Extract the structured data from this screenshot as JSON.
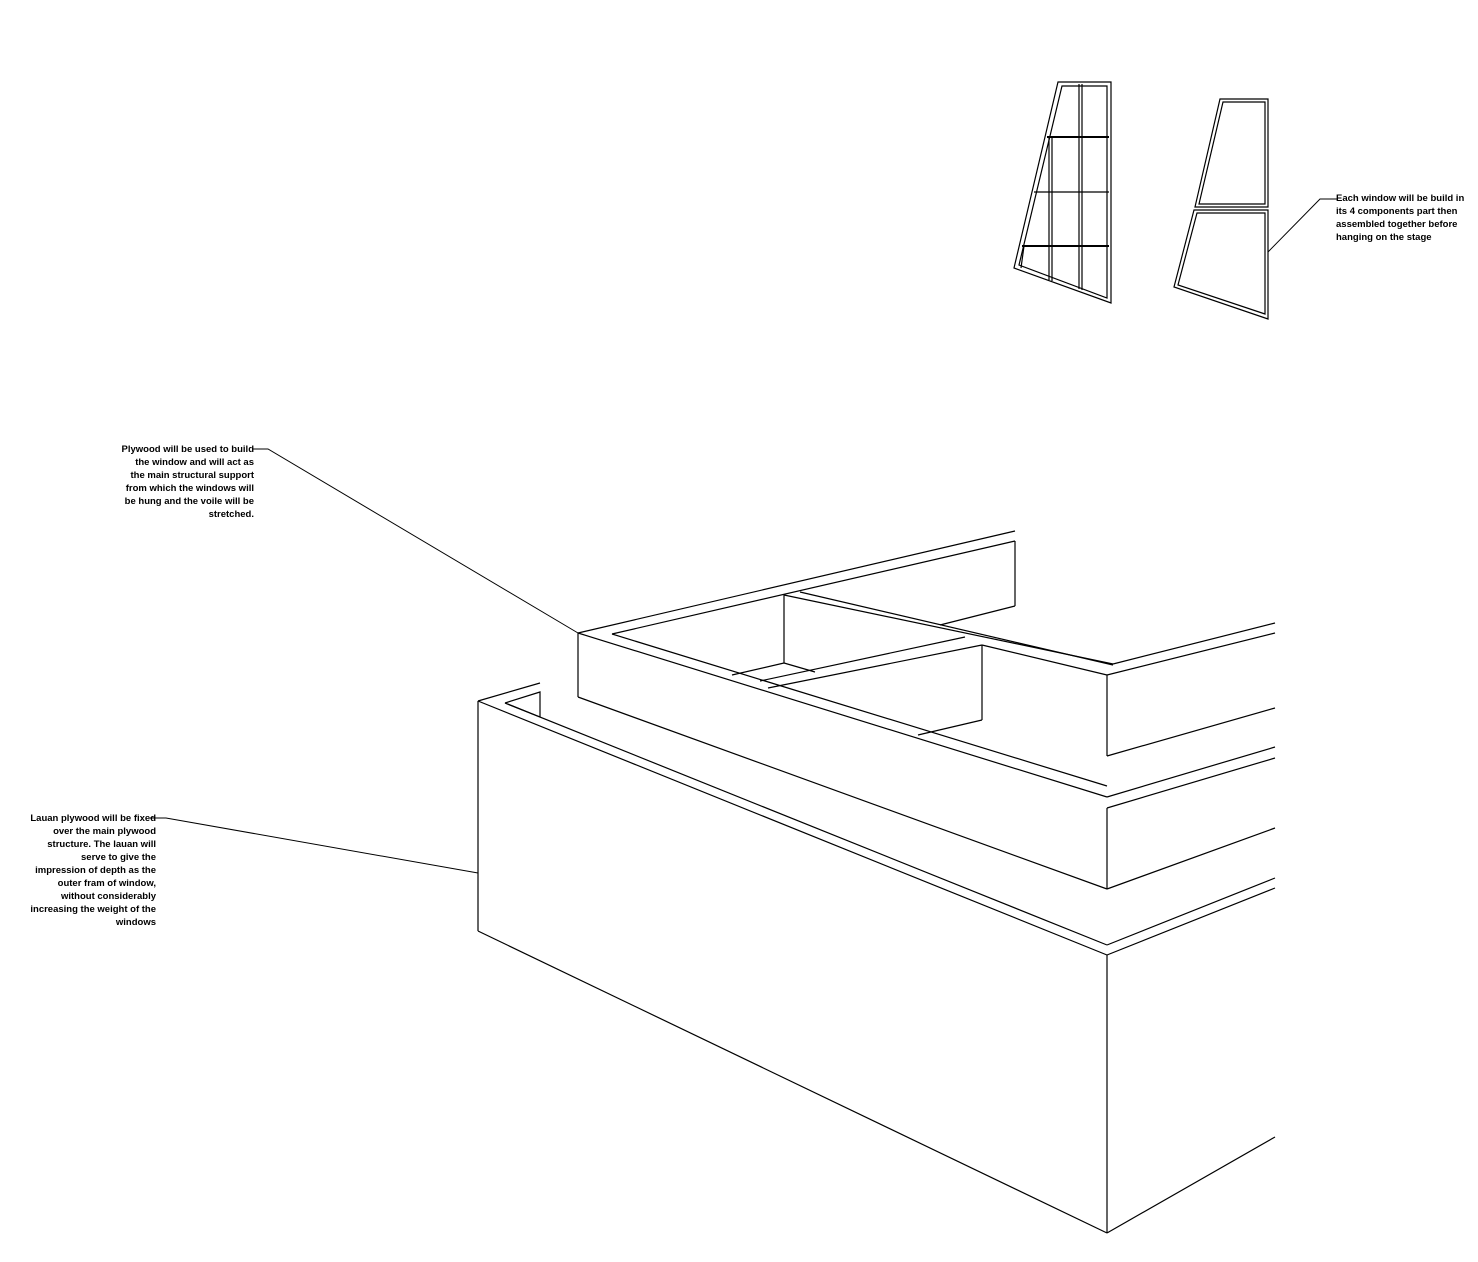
{
  "notes": {
    "plywood": "Plywood will be used to build the window and will act as the main structural support from which the windows will be hung and the voile will be stretched.",
    "lauan": "Lauan plywood will be fixed over the main plywood structure. The lauan will serve to give the impression of depth as the outer fram of window, without considerably increasing the weight of the windows",
    "window_components": "Each window will be build in its 4 components part then assembled together before hanging on the stage"
  },
  "colors": {
    "line": "#000000",
    "background": "#ffffff"
  }
}
